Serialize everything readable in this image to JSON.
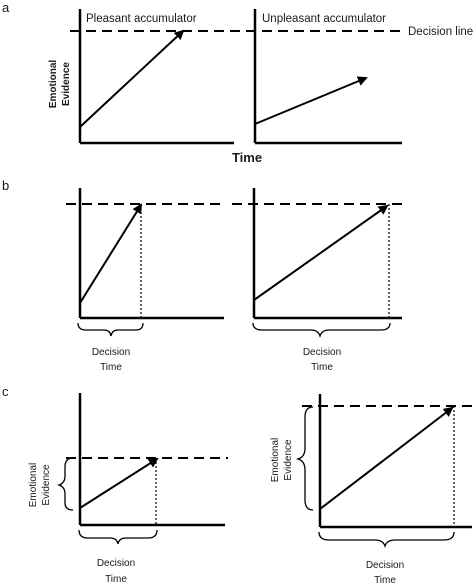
{
  "panels": {
    "a": {
      "letter": "a",
      "left_title": "Pleasant accumulator",
      "right_title": "Unpleasant accumulator",
      "threshold_label": "Decision line",
      "y_label_line1": "Emotional",
      "y_label_line2": "Evidence",
      "x_label": "Time"
    },
    "b": {
      "letter": "b",
      "left_dt_line1": "Decision",
      "left_dt_line2": "Time",
      "right_dt_line1": "Decision",
      "right_dt_line2": "Time"
    },
    "c": {
      "letter": "c",
      "left_y_line1": "Emotional",
      "left_y_line2": "Evidence",
      "right_y_line1": "Emotional",
      "right_y_line2": "Evidence",
      "left_dt_line1": "Decision",
      "left_dt_line2": "Time",
      "right_dt_line1": "Decision",
      "right_dt_line2": "Time"
    }
  },
  "colors": {
    "ink": "#000000",
    "text": "#1a1a1a"
  }
}
